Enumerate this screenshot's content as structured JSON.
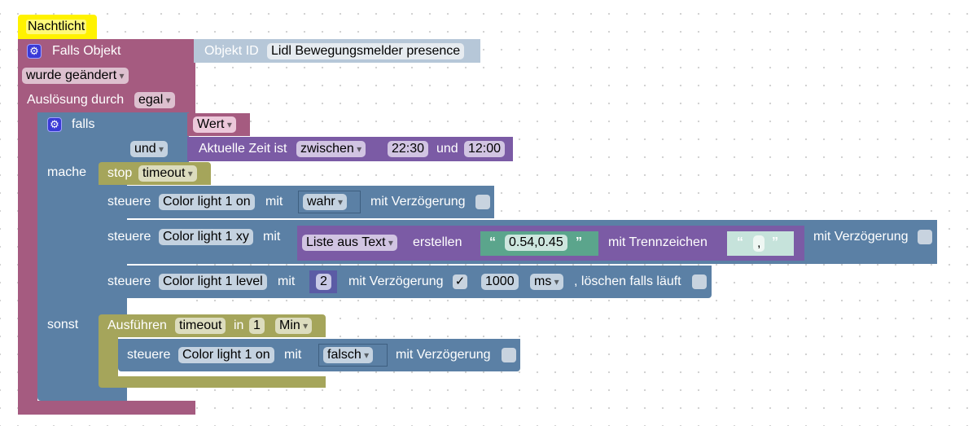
{
  "comment": {
    "text": "Nachtlicht"
  },
  "trigger": {
    "label": "Falls Objekt",
    "icon": "gear-icon",
    "object_id_label": "Objekt ID",
    "object_id_value": "Lidl Bewegungsmelder presence",
    "condition_dropdown": "wurde geändert",
    "trigger_by_label": "Auslösung durch",
    "trigger_by_dropdown": "egal"
  },
  "if_block": {
    "if_label": "falls",
    "value_dropdown": "Wert",
    "and_dropdown": "und",
    "time_label": "Aktuelle Zeit ist",
    "time_operator": "zwischen",
    "time_from": "22:30",
    "time_and": "und",
    "time_to": "12:00",
    "do_label": "mache",
    "else_label": "sonst"
  },
  "do_statements": {
    "stop": {
      "label": "stop",
      "timer": "timeout"
    },
    "control_on": {
      "label": "steuere",
      "target": "Color light 1 on",
      "with": "mit",
      "value": "wahr",
      "delay_label": "mit Verzögerung",
      "delay_checked": false
    },
    "control_xy": {
      "label": "steuere",
      "target": "Color light 1 xy",
      "with": "mit",
      "list_dropdown": "Liste aus Text",
      "create_label": "erstellen",
      "text_value": "0.54,0.45",
      "separator_label": "mit Trennzeichen",
      "separator_value": ",",
      "delay_label": "mit Verzögerung",
      "delay_checked": false
    },
    "control_level": {
      "label": "steuere",
      "target": "Color light 1 level",
      "with": "mit",
      "value": "2",
      "delay_label": "mit Verzögerung",
      "delay_checked": true,
      "delay_value": "1000",
      "delay_unit": "ms",
      "clear_label": ", löschen falls läuft",
      "clear_checked": false
    }
  },
  "else_statements": {
    "timeout": {
      "label": "Ausführen",
      "timer": "timeout",
      "in_label": "in",
      "amount": "1",
      "unit": "Min"
    },
    "control_off": {
      "label": "steuere",
      "target": "Color light 1 on",
      "with": "mit",
      "value": "falsch",
      "delay_label": "mit Verzögerung",
      "delay_checked": false
    }
  },
  "glyphs": {
    "open_quote": "“",
    "close_quote": "”",
    "check": "✓",
    "gear": "⚙"
  }
}
